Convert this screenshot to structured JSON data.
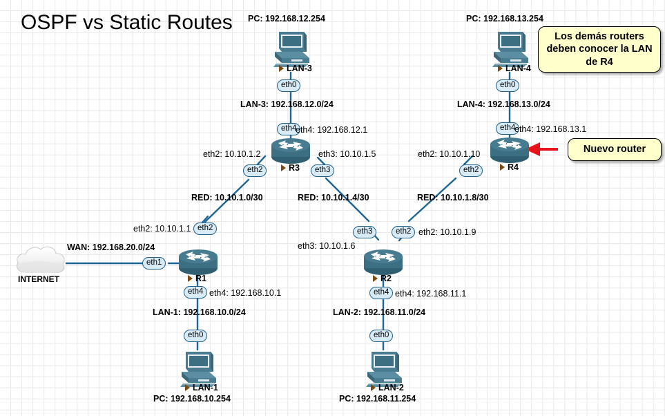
{
  "title": "OSPF vs Static Routes",
  "callouts": [
    {
      "id": "callout-r4-lan",
      "text": "Los demás routers deben conocer la LAN de R4"
    },
    {
      "id": "callout-nuevo-router",
      "text": "Nuevo router"
    }
  ],
  "cloud": {
    "label": "INTERNET"
  },
  "devices": {
    "r1": {
      "name": "R1"
    },
    "r2": {
      "name": "R2"
    },
    "r3": {
      "name": "R3"
    },
    "r4": {
      "name": "R4"
    },
    "lan1": {
      "name": "LAN-1"
    },
    "lan2": {
      "name": "LAN-2"
    },
    "lan3": {
      "name": "LAN-3"
    },
    "lan4": {
      "name": "LAN-4"
    }
  },
  "pc_addresses": {
    "lan1": "PC: 192.168.10.254",
    "lan2": "PC: 192.168.11.254",
    "lan3": "PC: 192.168.12.254",
    "lan4": "PC: 192.168.13.254"
  },
  "networks": {
    "wan": "WAN: 192.168.20.0/24",
    "lan1": "LAN-1: 192.168.10.0/24",
    "lan2": "LAN-2: 192.168.11.0/24",
    "lan3": "LAN-3: 192.168.12.0/24",
    "lan4": "LAN-4: 192.168.13.0/24",
    "red_r1_r3": "RED: 10.10.1.0/30",
    "red_r3_r2": "RED: 10.10.1.4/30",
    "red_r2_r4": "RED: 10.10.1.8/30"
  },
  "interfaces": {
    "r1_eth1": "eth1",
    "r1_eth2": "eth2",
    "r1_eth4": "eth4",
    "r2_eth2": "eth2",
    "r2_eth3": "eth3",
    "r2_eth4": "eth4",
    "r3_eth2": "eth2",
    "r3_eth3": "eth3",
    "r3_eth4": "eth4",
    "r4_eth2": "eth2",
    "r4_eth4": "eth4",
    "lan1_eth0": "eth0",
    "lan2_eth0": "eth0",
    "lan3_eth0": "eth0",
    "lan4_eth0": "eth0"
  },
  "ip_labels": {
    "r1_eth2": "eth2: 10.10.1.1",
    "r1_eth4": "eth4: 192.168.10.1",
    "r2_eth3": "eth3: 10.10.1.6",
    "r2_eth2": "eth2: 10.10.1.9",
    "r2_eth4": "eth4: 192.168.11.1",
    "r3_eth2": "eth2: 10.10.1.2",
    "r3_eth3": "eth3: 10.10.1.5",
    "r3_eth4": "eth4: 192.168.12.1",
    "r4_eth2": "eth2: 10.10.1.10",
    "r4_eth4": "eth4: 192.168.13.1"
  },
  "colors": {
    "link": "#1f6592",
    "device": "#3d6f82",
    "badge_fill": "#d8ebf7",
    "badge_border": "#1f5f8b",
    "callout_fill": "#ffffcc",
    "arrow": "#e8141c",
    "grid": "#e8e8e8"
  }
}
